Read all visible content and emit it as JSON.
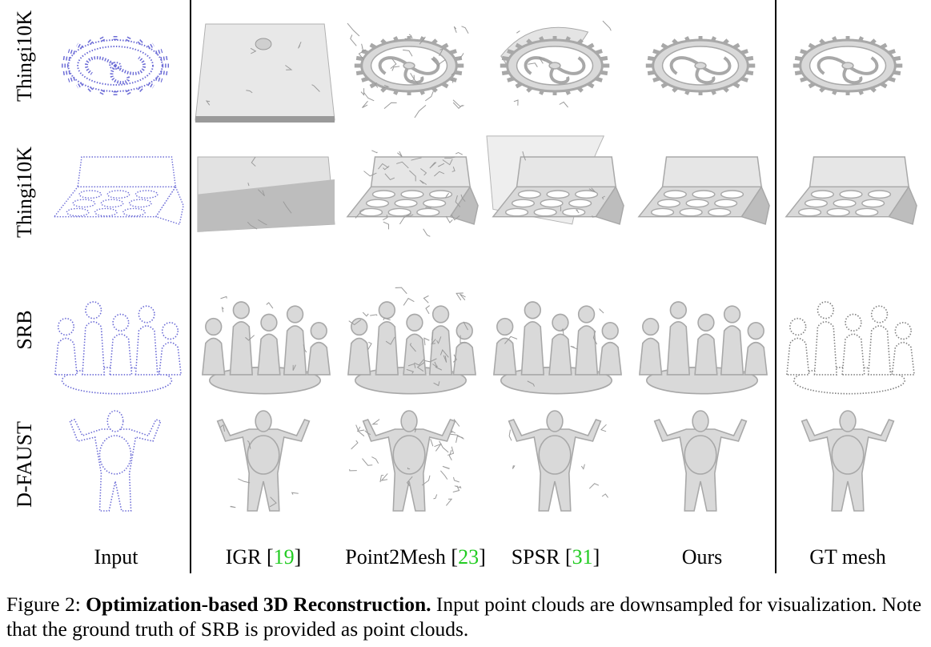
{
  "rows": [
    {
      "label": "Thingi10K",
      "object": "gear"
    },
    {
      "label": "Thingi10K",
      "object": "tray"
    },
    {
      "label": "SRB",
      "object": "statue"
    },
    {
      "label": "D-FAUST",
      "object": "human"
    }
  ],
  "columns": [
    {
      "label": "Input",
      "citation": "",
      "style": "points"
    },
    {
      "label": "IGR",
      "citation": "19",
      "style": "igr"
    },
    {
      "label": "Point2Mesh",
      "citation": "23",
      "style": "p2m"
    },
    {
      "label": "SPSR",
      "citation": "31",
      "style": "spsr"
    },
    {
      "label": "Ours",
      "citation": "",
      "style": "ours"
    },
    {
      "label": "GT mesh",
      "citation": "",
      "style": "gt"
    }
  ],
  "colors": {
    "citation": "#22cc22",
    "point_cloud": "#6b6bd6",
    "mesh": "#d9d9d9",
    "mesh_shadow": "#a8a8a8"
  },
  "caption": {
    "prefix": "Figure 2:",
    "title": "Optimization-based 3D Reconstruction.",
    "text": "Input point clouds are downsampled for visualization. Note that the ground truth of SRB is provided as point clouds."
  }
}
